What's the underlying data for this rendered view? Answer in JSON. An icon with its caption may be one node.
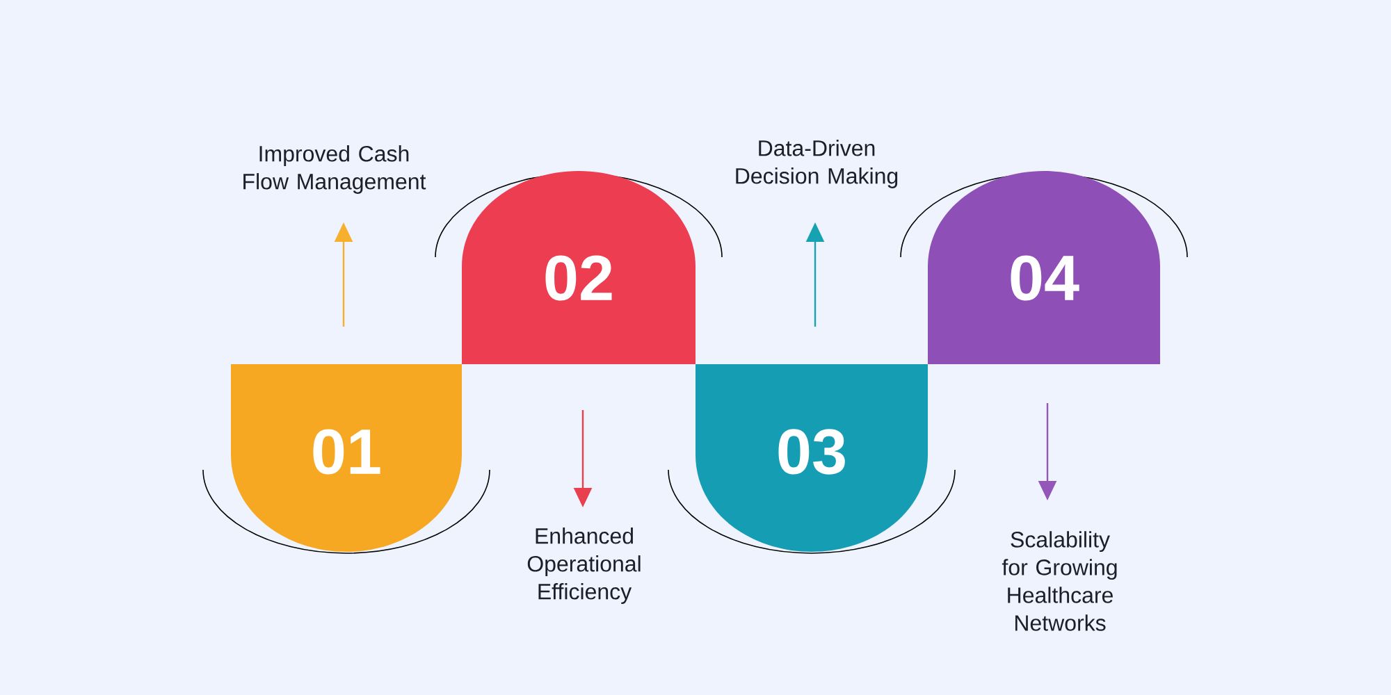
{
  "diagram": {
    "nodes": [
      {
        "text": [
          "01"
        ]
      },
      {
        "text": [
          "02"
        ]
      },
      {
        "text": [
          "03"
        ]
      },
      {
        "text": [
          "04"
        ]
      },
      {
        "text": [
          "Improved Cash Flow Management"
        ]
      },
      {
        "text": [
          "Enhanced Operational Efficiency"
        ]
      },
      {
        "text": [
          "Data-Driven Decision Making"
        ]
      },
      {
        "text": [
          "Scalability for Growing Healthcare Networks"
        ]
      }
    ],
    "edges": [
      {
        "from": null,
        "to": 4,
        "arrow": "to",
        "color": "#f6b02d"
      },
      {
        "from": null,
        "to": 5,
        "arrow": "to",
        "color": "#e8404f"
      },
      {
        "from": null,
        "to": 6,
        "arrow": "to",
        "color": "#17a2b2"
      },
      {
        "from": null,
        "to": 7,
        "arrow": "to",
        "color": "#9456b8"
      }
    ]
  }
}
